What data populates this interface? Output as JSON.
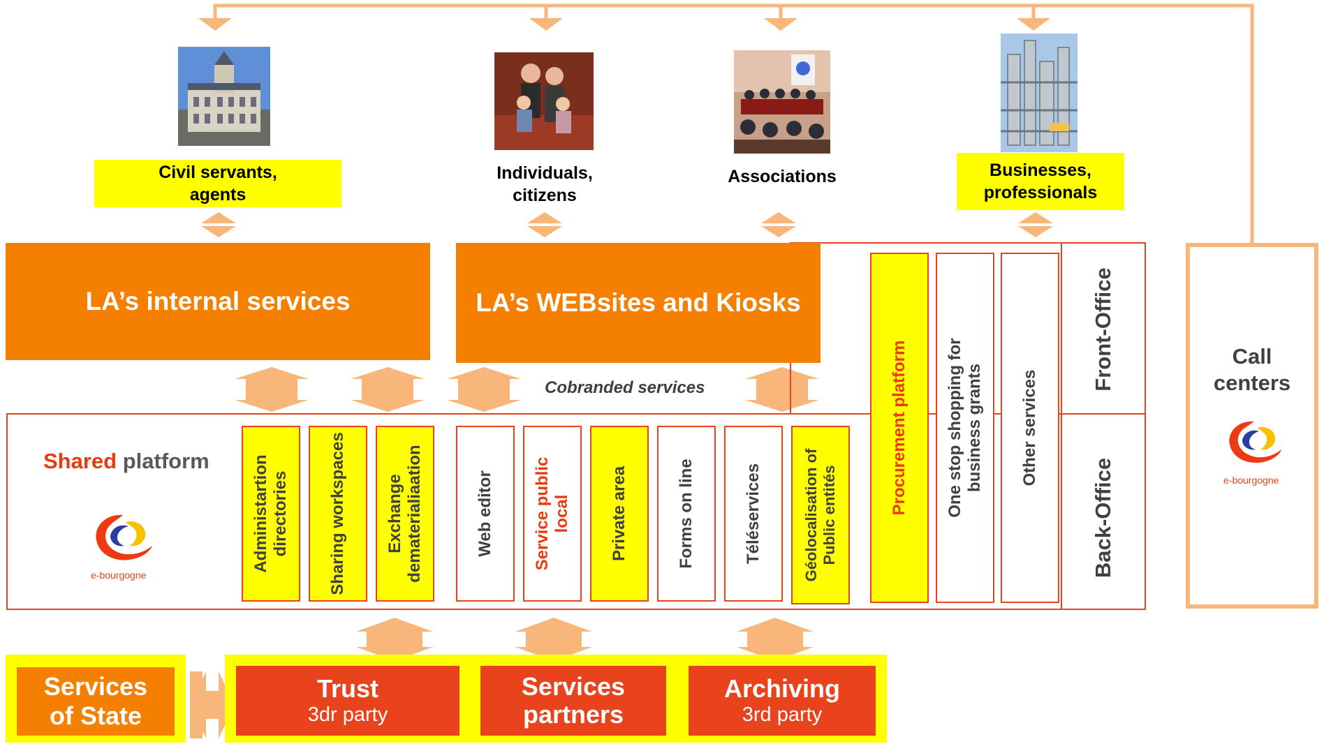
{
  "actors": [
    {
      "label_line1": "Civil servants,",
      "label_line2": "agents",
      "image": "town-hall-photo"
    },
    {
      "label_line1": "Individuals,",
      "label_line2": "citizens",
      "image": "family-photo"
    },
    {
      "label_line1": "Associations",
      "label_line2": "",
      "image": "meeting-photo"
    },
    {
      "label_line1": "Businesses,",
      "label_line2": "professionals",
      "image": "industrial-plant-photo"
    }
  ],
  "front": {
    "internal_services": "LA’s internal services",
    "websites_kiosks": "LA’s WEBsites and Kiosks",
    "cobranded": "Cobranded services",
    "front_office": "Front-Office",
    "back_office": "Back-Office"
  },
  "shared_platform": {
    "accent_word": "Shared",
    "rest": " platform"
  },
  "logo_text": "e-bourgogne",
  "services": [
    {
      "line1": "Administartion",
      "line2": "directories",
      "style": "yellow"
    },
    {
      "line1": "Sharing workspaces",
      "line2": "",
      "style": "yellow"
    },
    {
      "line1": "Exchange",
      "line2": "dematerialiaation",
      "style": "yellow"
    },
    {
      "line1": "Web editor",
      "line2": "",
      "style": "white"
    },
    {
      "line1": "Service public",
      "line2": "local",
      "style": "white-red"
    },
    {
      "line1": "Private area",
      "line2": "",
      "style": "yellow"
    },
    {
      "line1": "Forms on line",
      "line2": "",
      "style": "white"
    },
    {
      "line1": "Téléservices",
      "line2": "",
      "style": "white"
    },
    {
      "line1": "Géolocalisation of",
      "line2": "Public entités",
      "style": "yellow"
    }
  ],
  "tall_services": [
    {
      "line1": "Procurement platform",
      "line2": "",
      "style": "yellow-red"
    },
    {
      "line1": "One stop shopping for",
      "line2": "business grants",
      "style": "white"
    },
    {
      "line1": "Other  services",
      "line2": "",
      "style": "white"
    }
  ],
  "call_centers": {
    "line1": "Call",
    "line2": "centers"
  },
  "bottom": {
    "state": {
      "line1": "Services",
      "line2": "of State"
    },
    "trust": {
      "big": "Trust",
      "small": "3dr party"
    },
    "partners": {
      "line1": "Services",
      "line2": "partners"
    },
    "archiving": {
      "big": "Archiving",
      "small": "3rd party"
    }
  },
  "colors": {
    "orange": "#f47f00",
    "red": "#e8431c",
    "yellow": "#ffff00",
    "arrow": "#f9b67a",
    "text_grey": "#404040"
  }
}
